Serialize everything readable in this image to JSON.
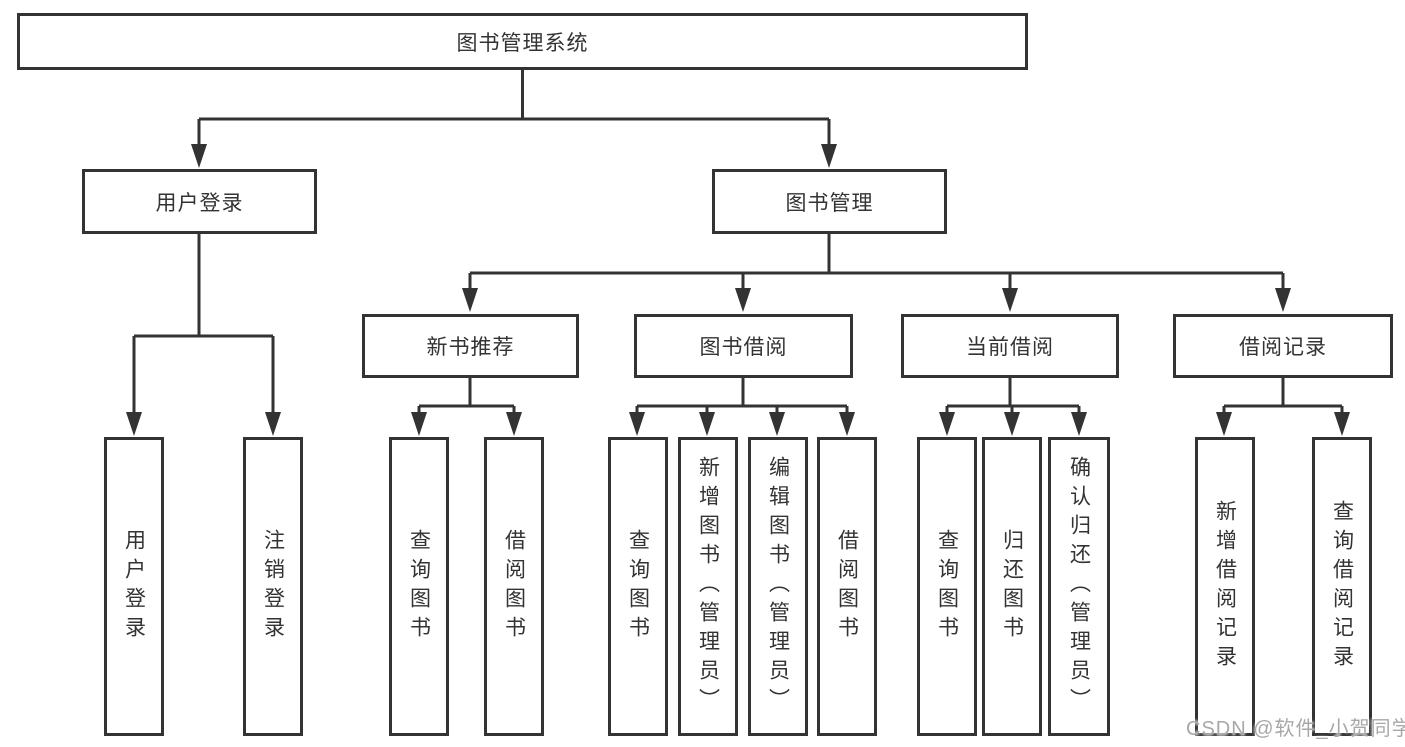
{
  "tree": {
    "root": {
      "label": "图书管理系统"
    },
    "branches": [
      {
        "label": "用户登录",
        "children": [
          {
            "label": "用户登录"
          },
          {
            "label": "注销登录"
          }
        ]
      },
      {
        "label": "图书管理",
        "children": [
          {
            "label": "新书推荐",
            "children": [
              {
                "label": "查询图书"
              },
              {
                "label": "借阅图书"
              }
            ]
          },
          {
            "label": "图书借阅",
            "children": [
              {
                "label": "查询图书"
              },
              {
                "label": "新增图书（管理员）"
              },
              {
                "label": "编辑图书（管理员）"
              },
              {
                "label": "借阅图书"
              }
            ]
          },
          {
            "label": "当前借阅",
            "children": [
              {
                "label": "查询图书"
              },
              {
                "label": "归还图书"
              },
              {
                "label": "确认归还（管理员）"
              }
            ]
          },
          {
            "label": "借阅记录",
            "children": [
              {
                "label": "新增借阅记录"
              },
              {
                "label": "查询借阅记录"
              }
            ]
          }
        ]
      }
    ]
  },
  "watermark": {
    "text": "CSDN @软件_小贺同学"
  },
  "colors": {
    "line": "#333333",
    "box_border": "#333333",
    "text": "#333333",
    "watermark": "#a8a8a8",
    "background": "#ffffff"
  }
}
